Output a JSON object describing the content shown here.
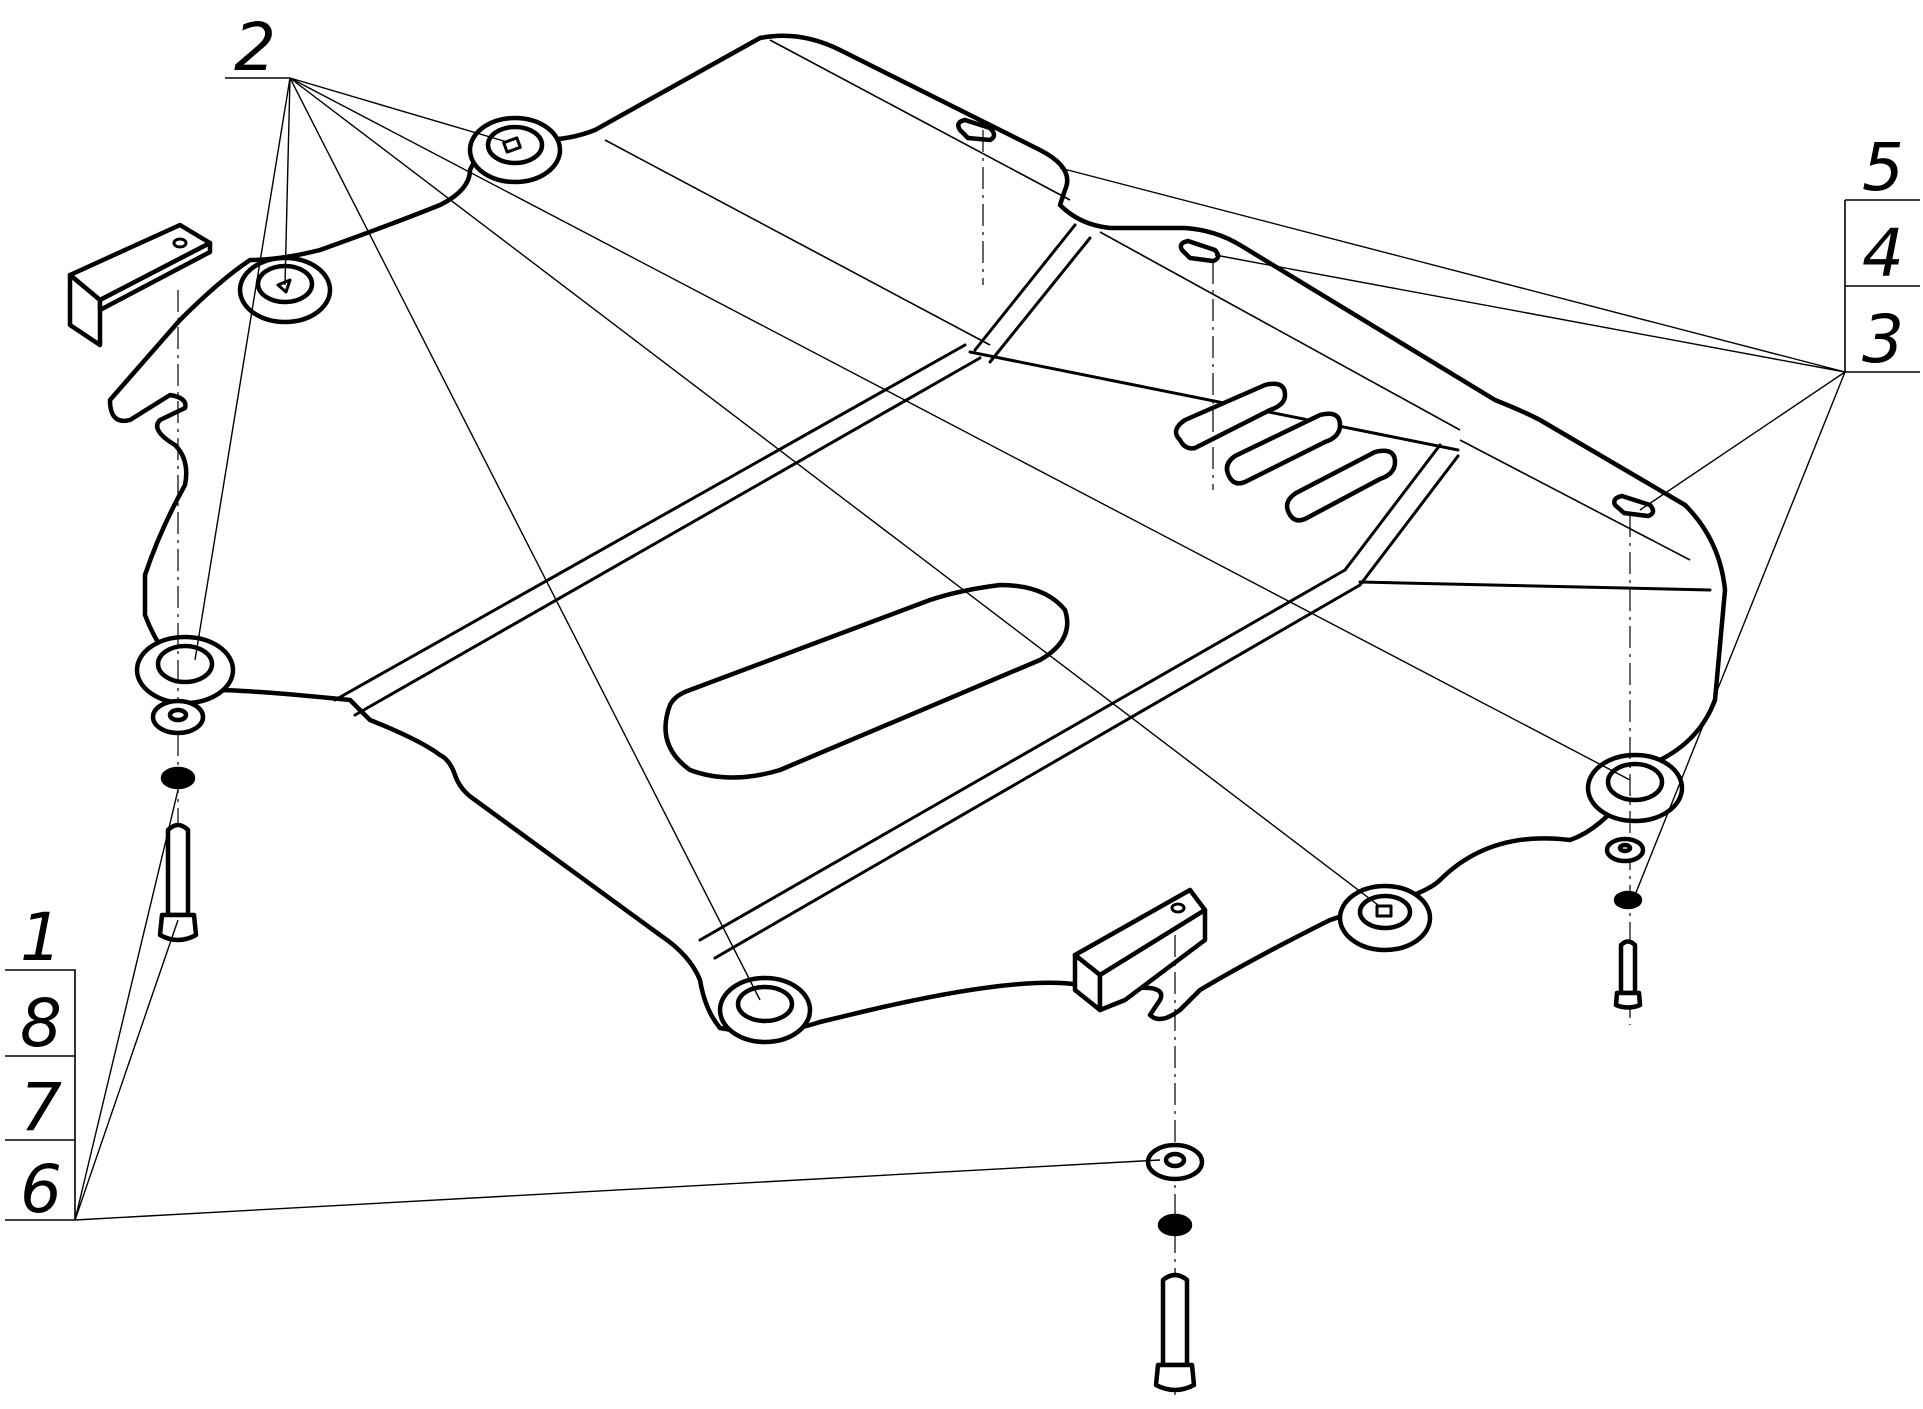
{
  "callouts": {
    "top_left": "2",
    "right_stack": [
      "5",
      "4",
      "3"
    ],
    "left_stack": [
      "1",
      "8",
      "7",
      "6"
    ]
  },
  "colors": {
    "line": "#000000",
    "background": "#ffffff"
  }
}
